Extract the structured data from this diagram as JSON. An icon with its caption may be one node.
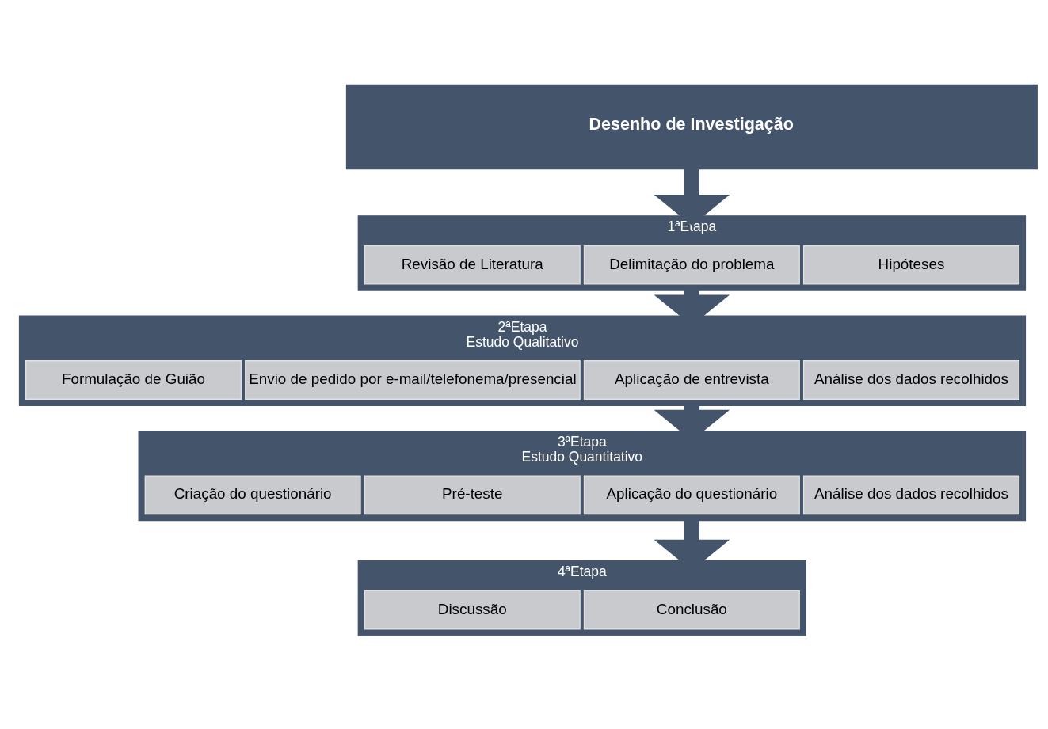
{
  "diagram": {
    "nodes": [
      {
        "text": [
          "Desenho de Investigação"
        ]
      },
      {
        "text": [
          "1ªEtapa"
        ]
      },
      {
        "text": [
          "Revisão de Literatura"
        ],
        "in": 1
      },
      {
        "text": [
          "Delimitação do problema"
        ],
        "in": 1
      },
      {
        "text": [
          "Hipóteses"
        ],
        "in": 1
      },
      {
        "text": [
          "2ªEtapa",
          "Estudo Qualitativo"
        ]
      },
      {
        "text": [
          "Formulação de Guião"
        ],
        "in": 5
      },
      {
        "text": [
          "Envio de pedido por e-mail/telefonema/presencial"
        ],
        "in": 5
      },
      {
        "text": [
          "Aplicação de entrevista"
        ],
        "in": 5
      },
      {
        "text": [
          "Análise dos dados recolhidos"
        ],
        "in": 5
      },
      {
        "text": [
          "3ªEtapa",
          "Estudo Quantitativo"
        ]
      },
      {
        "text": [
          "Criação do questionário"
        ],
        "in": 10
      },
      {
        "text": [
          "Pré-teste"
        ],
        "in": 10
      },
      {
        "text": [
          "Aplicação do questionário"
        ],
        "in": 10
      },
      {
        "text": [
          "Análise dos dados recolhidos"
        ],
        "in": 10
      },
      {
        "text": [
          "4ªEtapa"
        ]
      },
      {
        "text": [
          "Discussão"
        ],
        "in": 15
      },
      {
        "text": [
          "Conclusão"
        ],
        "in": 15
      }
    ],
    "edges": [
      {
        "from": 0,
        "to": 1,
        "arrow": "to"
      },
      {
        "from": 1,
        "to": 5,
        "arrow": "to"
      },
      {
        "from": 5,
        "to": 10,
        "arrow": "to"
      },
      {
        "from": 10,
        "to": 15,
        "arrow": "to"
      }
    ]
  }
}
